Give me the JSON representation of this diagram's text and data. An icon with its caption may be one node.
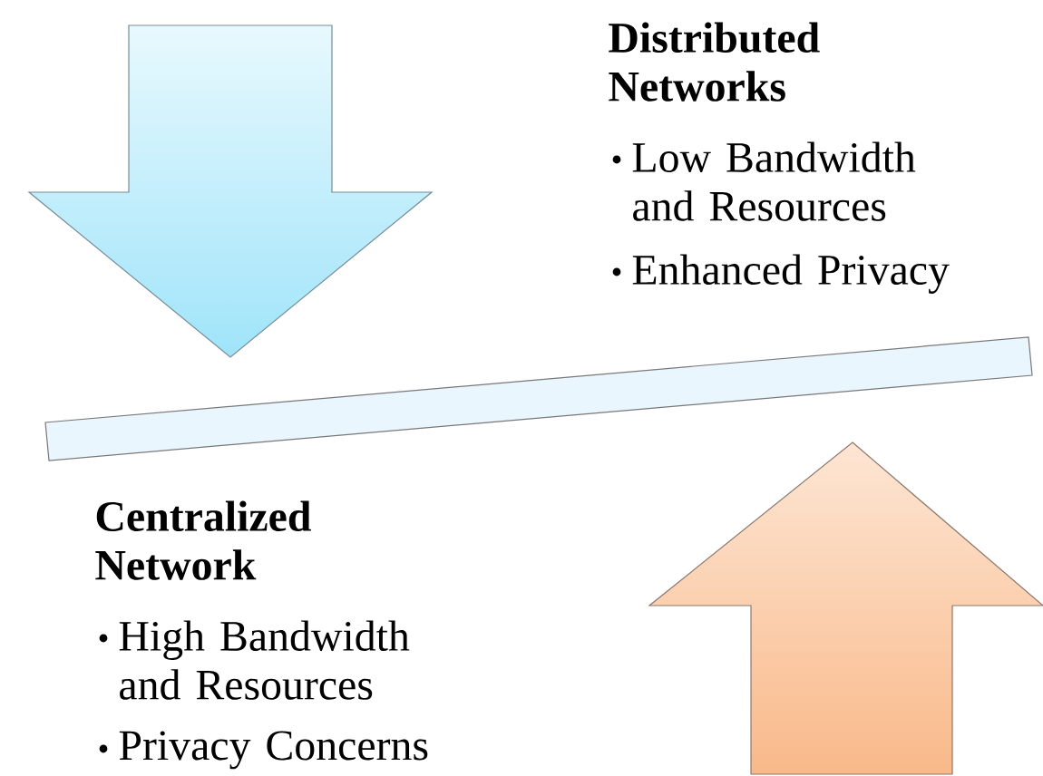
{
  "diagram": {
    "labels": [
      "Distributed Networks",
      "Low Bandwidth and Resources",
      "Enhanced Privacy",
      "Centralized Network",
      "High Bandwidth and Resources",
      "Privacy Concerns"
    ]
  }
}
